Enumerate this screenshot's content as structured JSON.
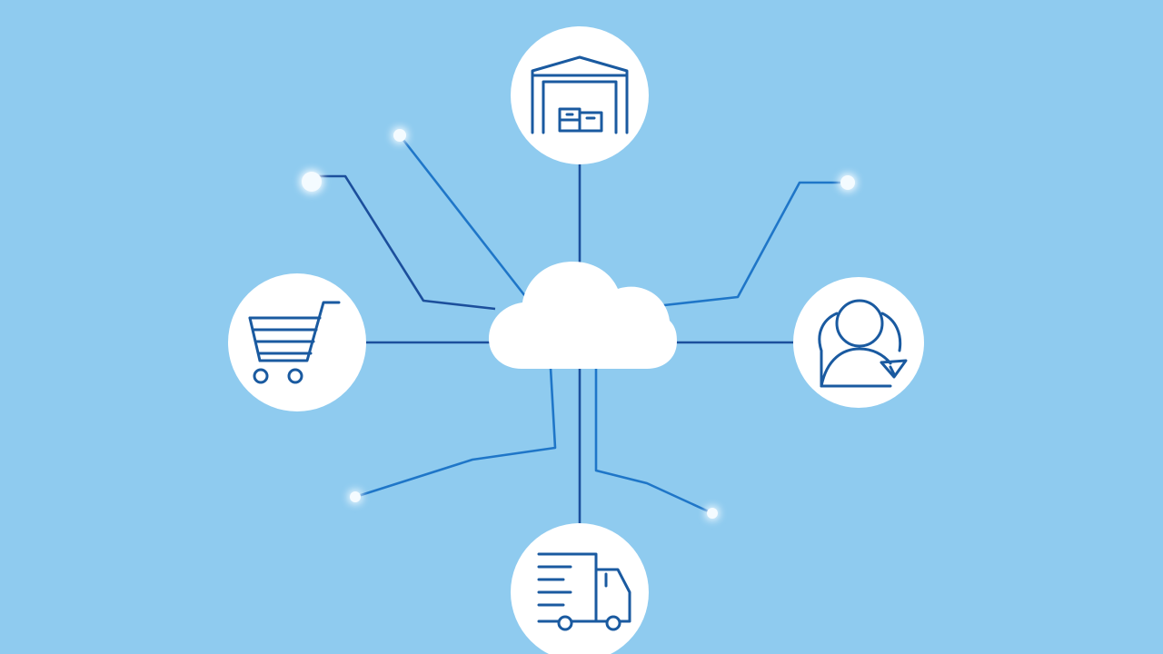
{
  "colors": {
    "background": "#8fcbef",
    "line_dark": "#1c4f9c",
    "line_bright": "#1f76c8",
    "node_fill": "#ffffff",
    "icon_stroke": "#1a5aa0",
    "cloud_fill": "#ffffff",
    "dot_fill": "#f4fbff"
  },
  "nodes": [
    {
      "id": "warehouse",
      "icon": "warehouse-icon"
    },
    {
      "id": "cart",
      "icon": "shopping-cart-icon"
    },
    {
      "id": "customer",
      "icon": "user-icon"
    },
    {
      "id": "truck",
      "icon": "delivery-truck-icon"
    }
  ],
  "center": {
    "icon": "cloud-icon"
  },
  "endpoints": [
    {
      "id": "endpoint-upper-left"
    },
    {
      "id": "endpoint-upper-left-2"
    },
    {
      "id": "endpoint-upper-right"
    },
    {
      "id": "endpoint-lower-left"
    },
    {
      "id": "endpoint-lower-right"
    }
  ]
}
